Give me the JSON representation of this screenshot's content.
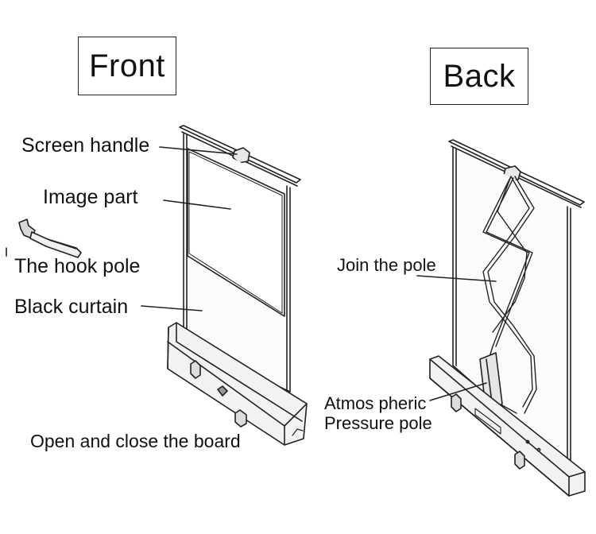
{
  "front": {
    "title": "Front",
    "labels": {
      "screen_handle": "Screen handle",
      "image_part": "Image part",
      "hook_pole": "The hook pole",
      "black_curtain": "Black curtain",
      "open_close": "Open and close the board"
    }
  },
  "back": {
    "title": "Back",
    "labels": {
      "join_pole": "Join the pole",
      "atmos_line1": "Atmos pheric",
      "atmos_line2": "Pressure pole"
    }
  }
}
